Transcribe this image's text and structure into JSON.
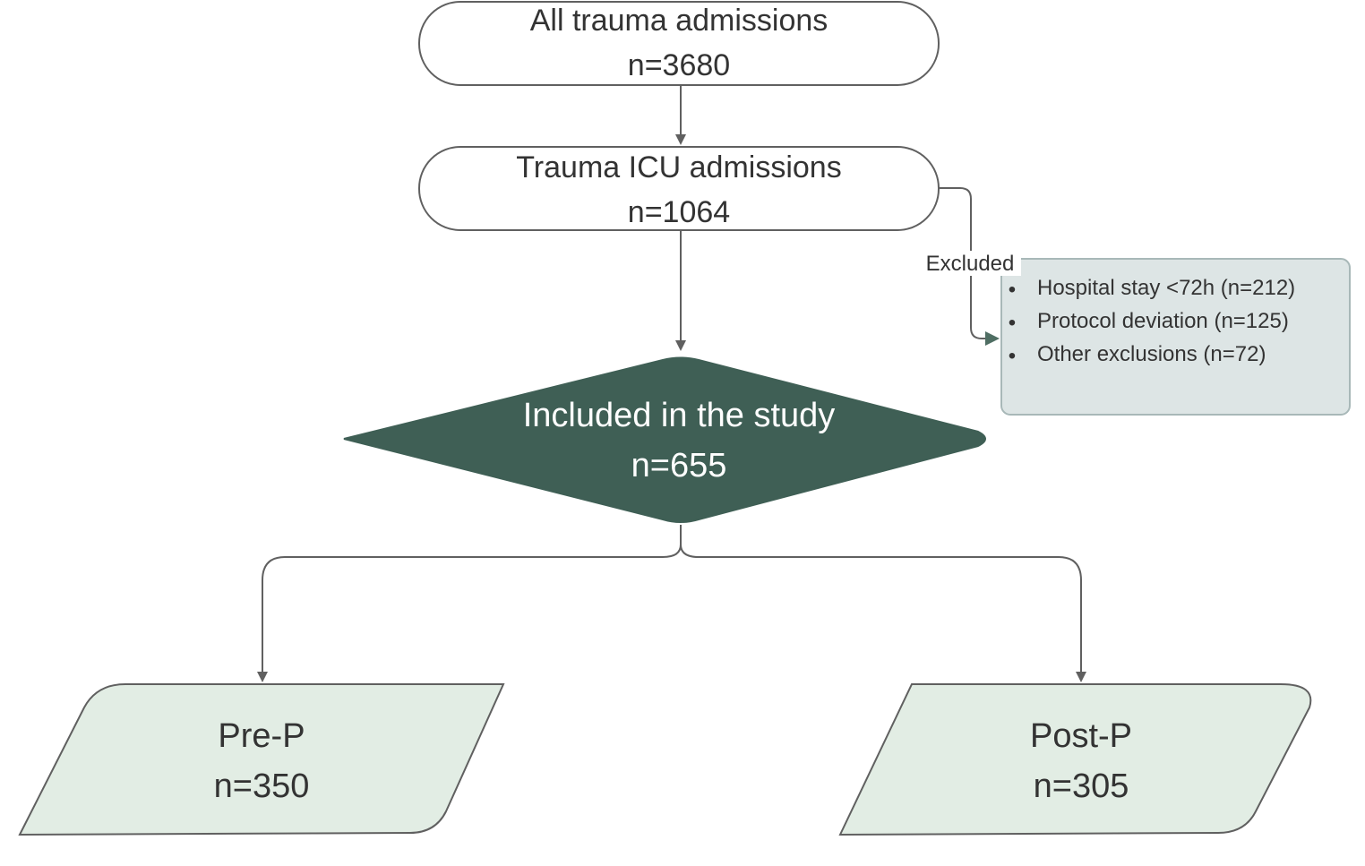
{
  "colors": {
    "line": "#606060",
    "diamond_fill": "#3f5f55",
    "box_fill": "#e2ede4",
    "exclusion_fill": "#dde5e5",
    "exclusion_stroke": "#a8b8b8"
  },
  "nodes": {
    "all_admissions": {
      "title": "All trauma admissions",
      "count": "n=3680"
    },
    "icu_admissions": {
      "title": "Trauma ICU admissions",
      "count": "n=1064"
    },
    "included": {
      "title": "Included in the study",
      "count": "n=655"
    },
    "pre_p": {
      "title": "Pre-P",
      "count": "n=350"
    },
    "post_p": {
      "title": "Post-P",
      "count": "n=305"
    }
  },
  "exclusion": {
    "label": "Excluded",
    "items": [
      "Hospital stay <72h (n=212)",
      "Protocol deviation (n=125)",
      "Other exclusions  (n=72)"
    ]
  }
}
